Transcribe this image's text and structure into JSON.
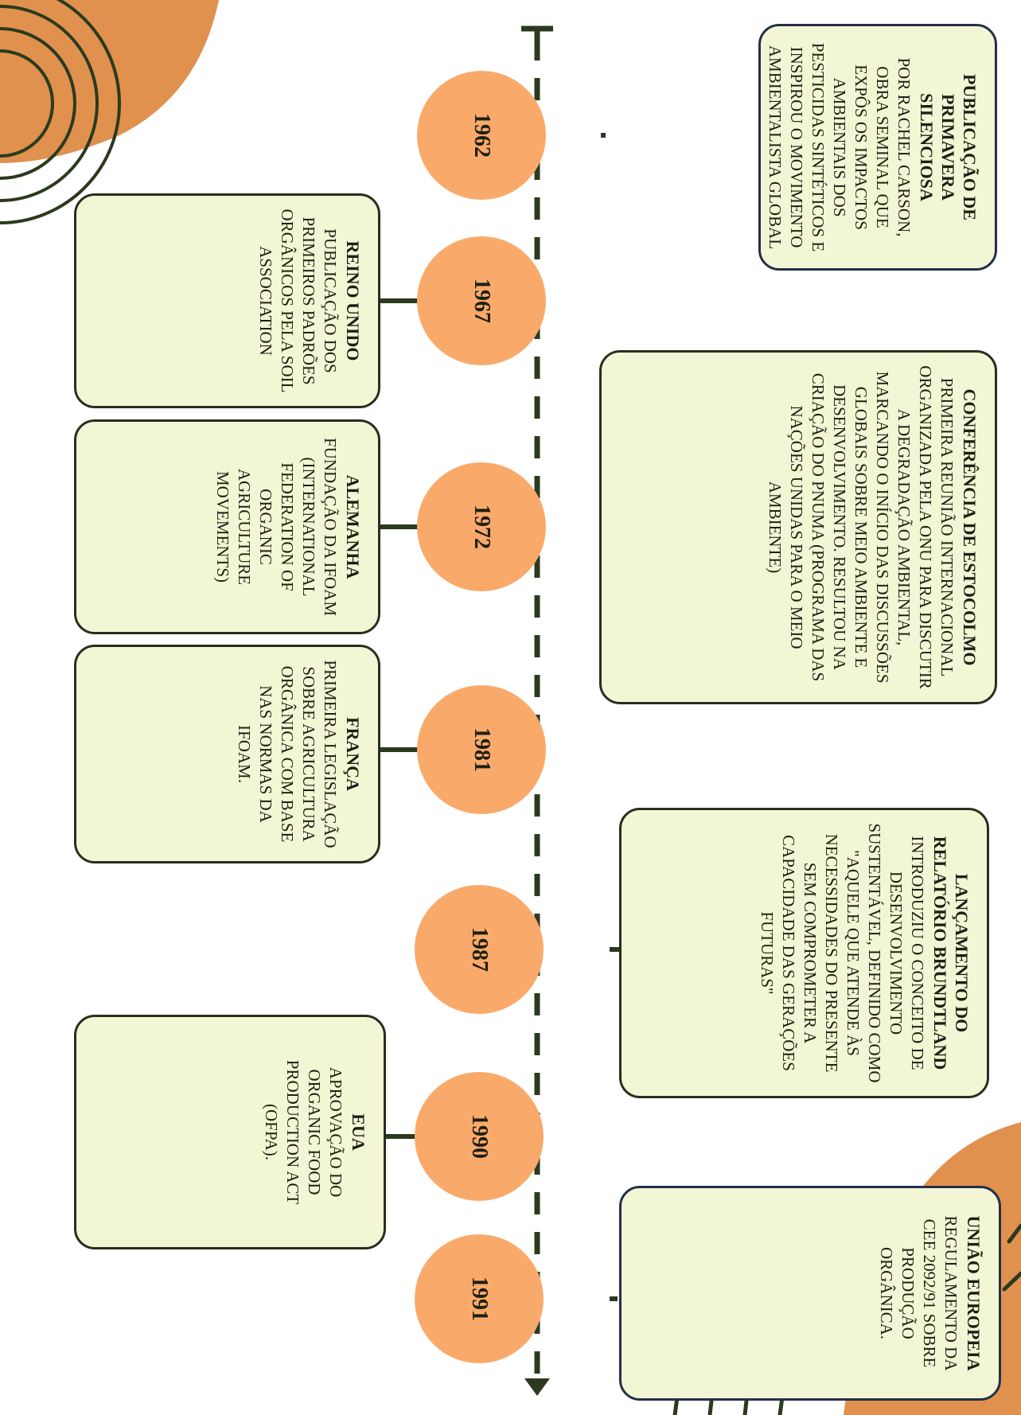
{
  "timeline": [
    {
      "year": "1962",
      "title": "PUBLICAÇÃO DE PRIMAVERA SILENCIOSA",
      "text": "POR RACHEL CARSON, OBRA SEMINAL QUE EXPÔS OS IMPACTOS AMBIENTAIS DOS PESTICIDAS SINTÉTICOS E INSPIROU O MOVIMENTO AMBIENTALISTA GLOBAL"
    },
    {
      "year": "1967",
      "title": "REINO UNIDO",
      "text": "PUBLICAÇÃO DOS PRIMEIROS PADRÕES ORGÂNICOS PELA SOIL ASSOCIATION"
    },
    {
      "year": "1972",
      "title": "CONFERÊNCIA DE ESTOCOLMO",
      "text": "PRIMEIRA REUNIÃO INTERNACIONAL ORGANIZADA PELA ONU PARA DISCUTIR A DEGRADAÇÃO AMBIENTAL, MARCANDO O INÍCIO DAS DISCUSSÕES GLOBAIS SOBRE MEIO AMBIENTE E DESENVOLVIMENTO. RESULTOU NA CRIAÇÃO DO PNUMA (PROGRAMA DAS NAÇÕES UNIDAS PARA O MEIO AMBIENTE)"
    },
    {
      "year": "1972",
      "title": "ALEMANHA",
      "text": "FUNDAÇÃO DA IFOAM (INTERNATIONAL FEDERATION OF ORGANIC AGRICULTURE MOVEMENTS)"
    },
    {
      "year": "1981",
      "title": "FRANÇA",
      "text": "PRIMEIRA LEGISLAÇÃO SOBRE AGRICULTURA ORGÂNICA COM BASE NAS NORMAS DA IFOAM."
    },
    {
      "year": "1987",
      "title": "LANÇAMENTO DO RELATÓRIO BRUNDTLAND",
      "text": "INTRODUZIU O CONCEITO DE DESENVOLVIMENTO SUSTENTÁVEL, DEFINIDO COMO \"AQUELE QUE ATENDE ÀS NECESSIDADES DO PRESENTE SEM COMPROMETER A CAPACIDADE DAS GERAÇÕES FUTURAS\""
    },
    {
      "year": "1990",
      "title": "EUA",
      "text": "APROVAÇÃO DO ORGANIC FOOD PRODUCTION ACT (OFPA)."
    },
    {
      "year": "1991",
      "title": "UNIÃO EUROPEIA",
      "text": "REGULAMENTO DA CEE 2092/91 SOBRE PRODUÇÃO ORGÂNICA."
    }
  ],
  "colors": {
    "circle": "#f9aa6b",
    "box_fill": "#f3f6d5",
    "line": "#2b3a1e",
    "decor": "#e0914e"
  }
}
